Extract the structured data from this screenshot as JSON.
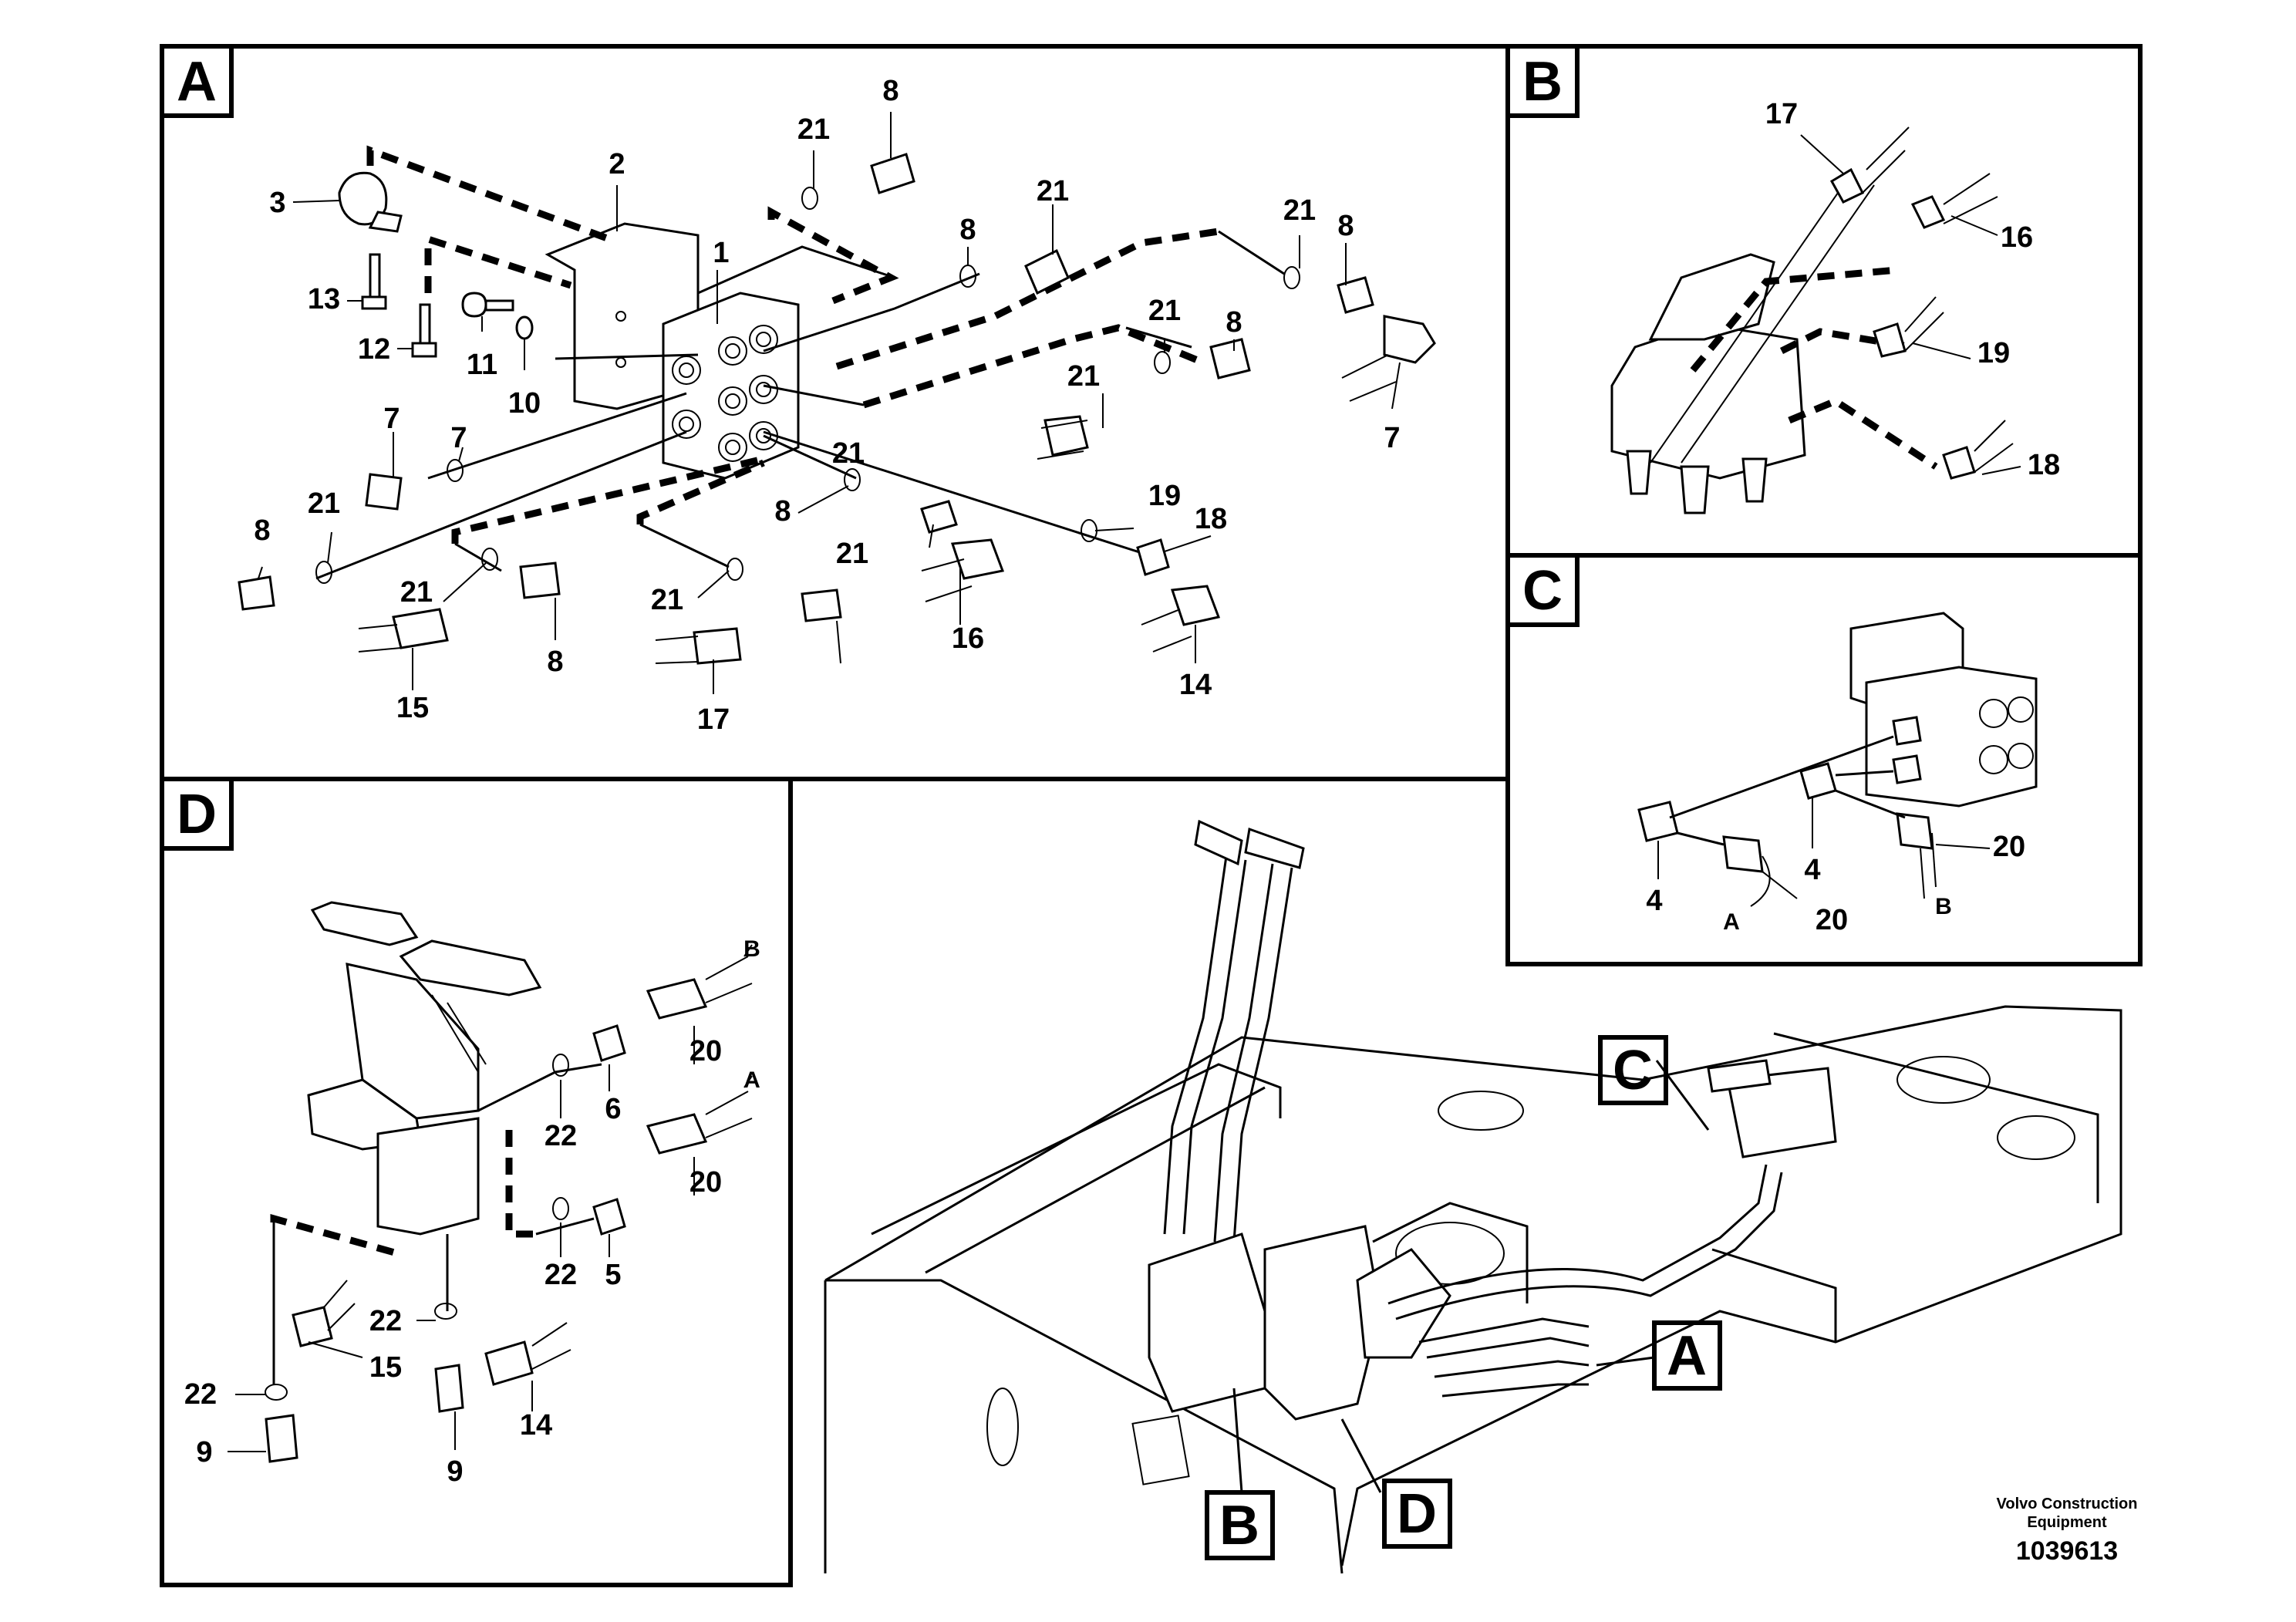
{
  "panels": {
    "A": {
      "letter": "A"
    },
    "B": {
      "letter": "B"
    },
    "C": {
      "letter": "C"
    },
    "D": {
      "letter": "D"
    }
  },
  "overview": {
    "refs": {
      "A": "A",
      "B": "B",
      "C": "C",
      "D": "D"
    }
  },
  "callouts_a": [
    "1",
    "2",
    "3",
    "13",
    "12",
    "11",
    "10",
    "8",
    "21",
    "8",
    "21",
    "21",
    "8",
    "21",
    "8",
    "21",
    "7",
    "21",
    "8",
    "19",
    "18",
    "21",
    "7",
    "21",
    "7",
    "21",
    "8",
    "15",
    "21",
    "8",
    "17",
    "16",
    "14"
  ],
  "callouts_b": [
    "17",
    "16",
    "19",
    "18"
  ],
  "callouts_c": [
    "20",
    "4",
    "4",
    "20"
  ],
  "ports_c": [
    "A",
    "B"
  ],
  "callouts_d": [
    "B",
    "20",
    "6",
    "22",
    "A",
    "20",
    "5",
    "22",
    "22",
    "15",
    "22",
    "9",
    "9",
    "14"
  ],
  "footer": {
    "brand_line1": "Volvo Construction",
    "brand_line2": "Equipment",
    "doc_number": "1039613"
  }
}
